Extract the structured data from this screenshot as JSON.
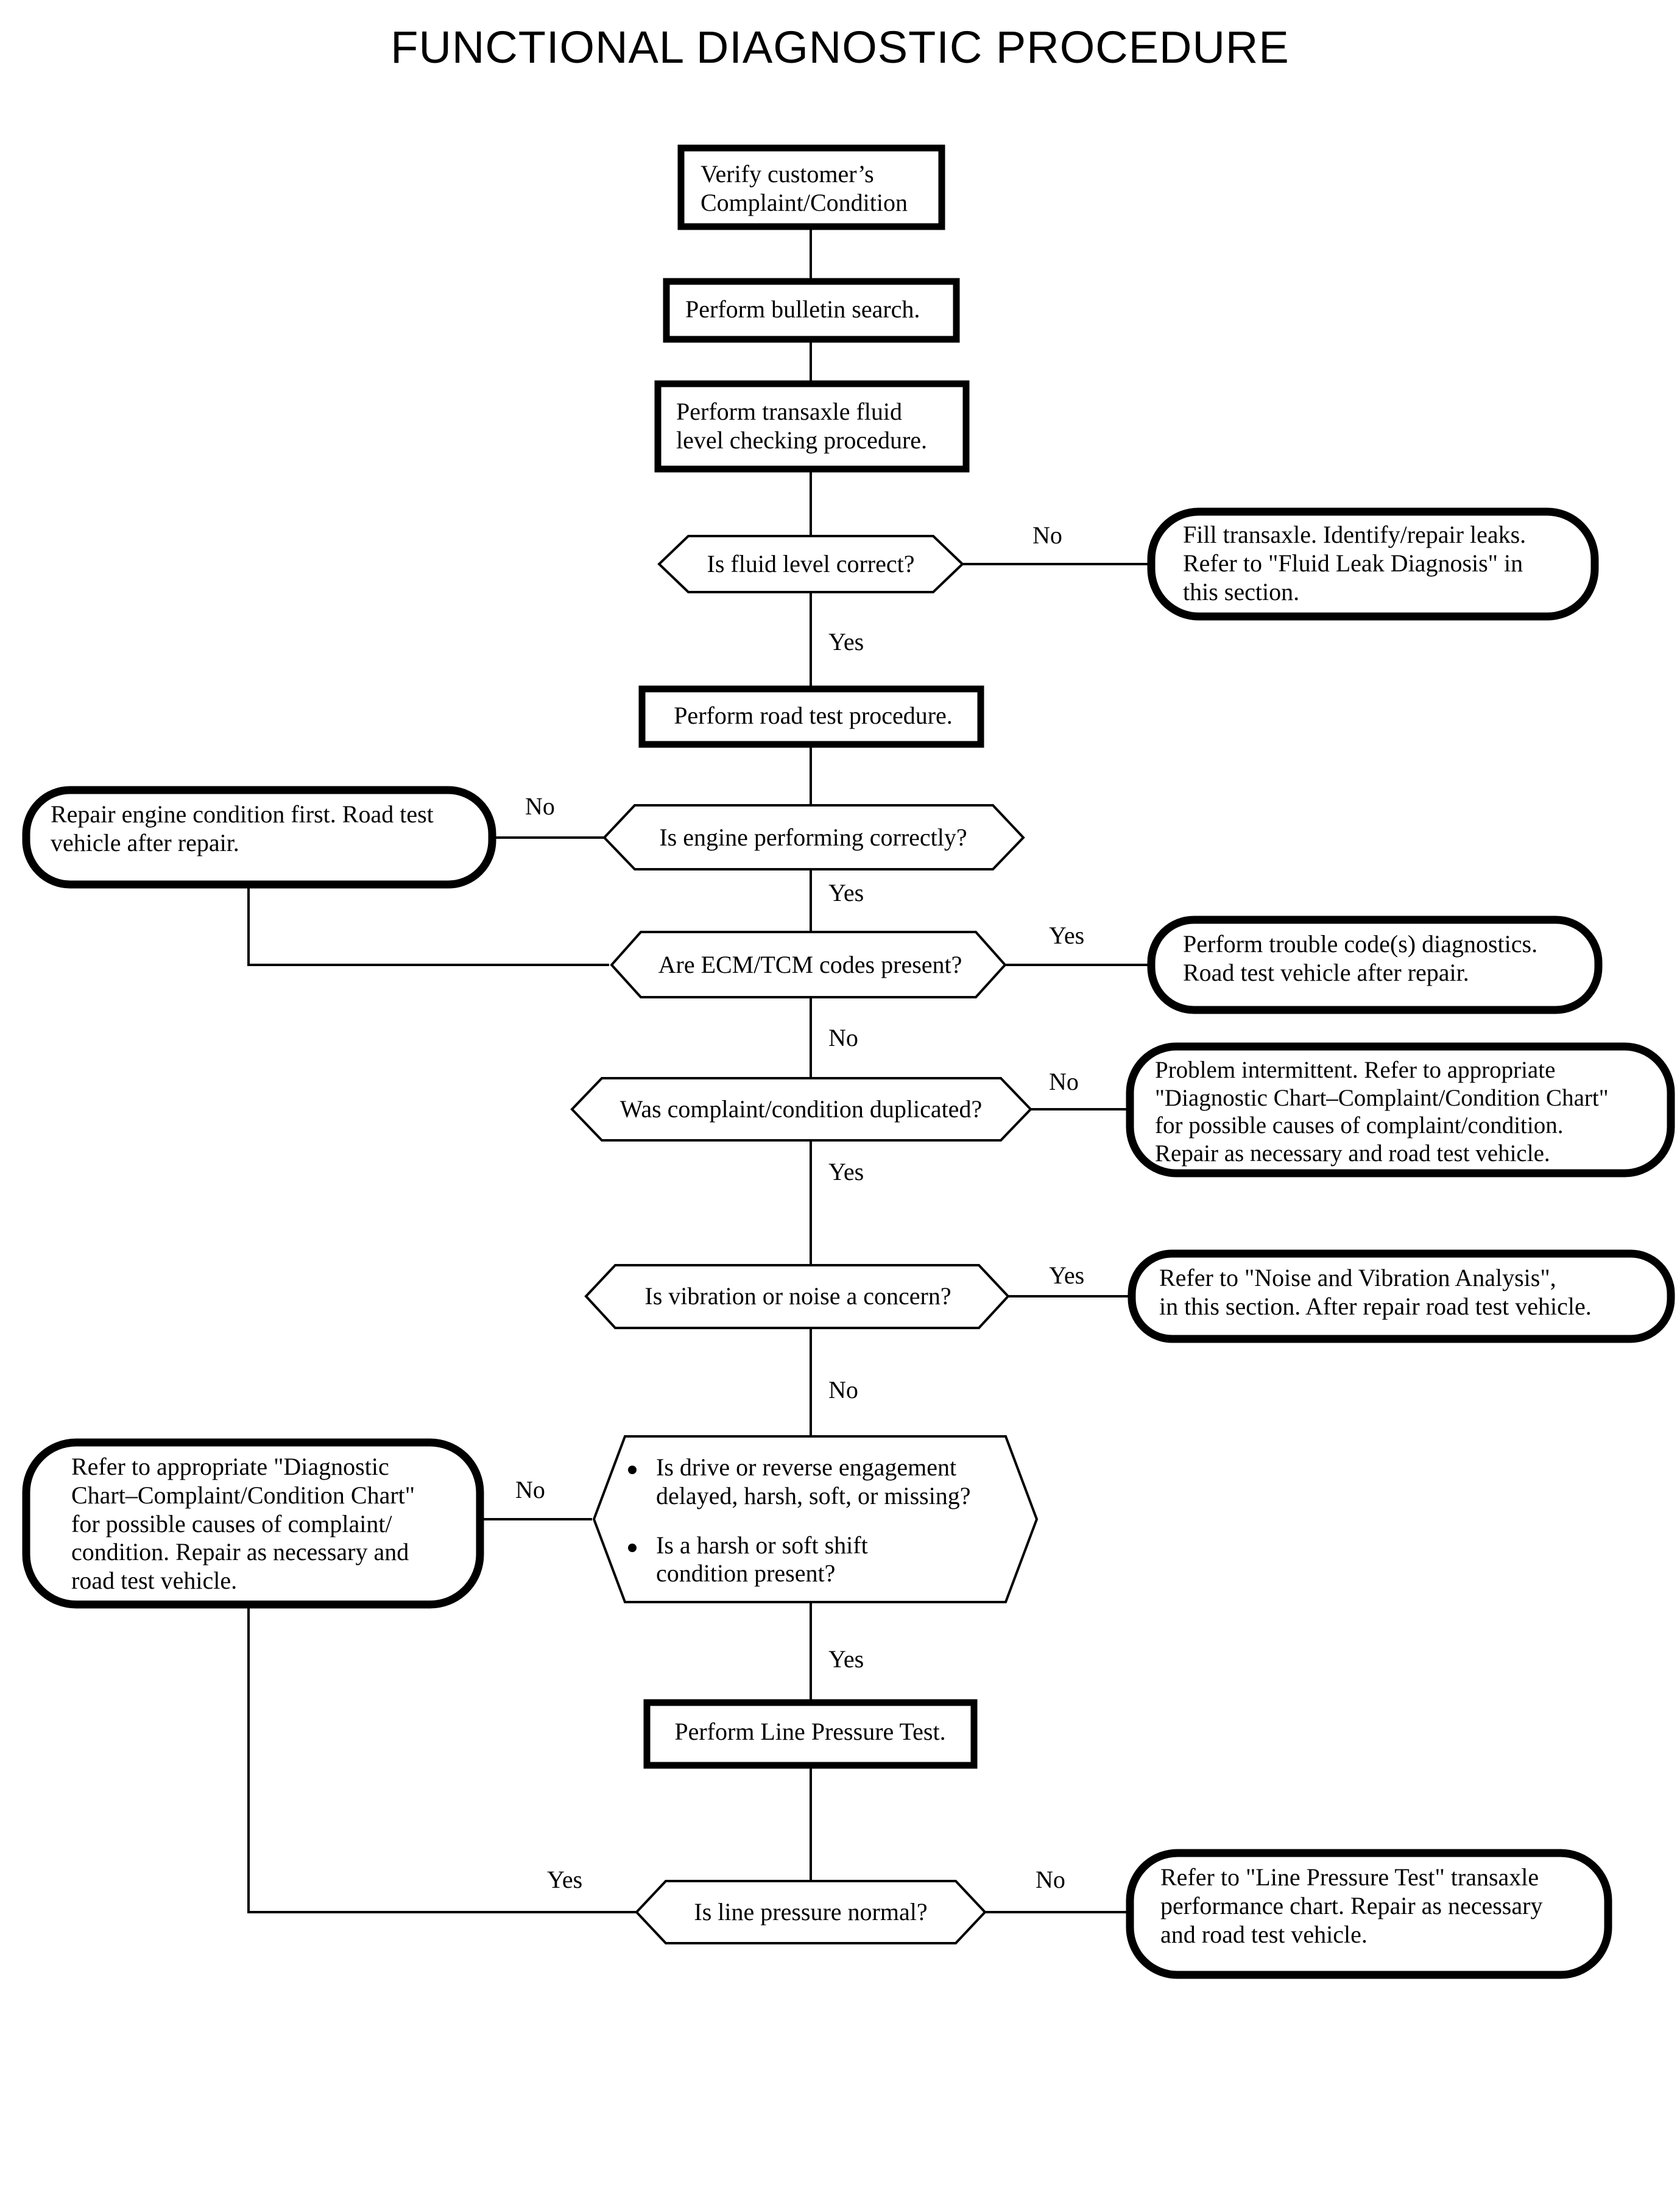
{
  "title": "FUNCTIONAL DIAGNOSTIC PROCEDURE",
  "colors": {
    "ink": "#000000",
    "paper": "#ffffff"
  },
  "chart_data": {
    "type": "flowchart",
    "title": "FUNCTIONAL DIAGNOSTIC PROCEDURE",
    "orientation": "top-to-bottom",
    "node_shapes": {
      "process": "rectangle (thick border)",
      "decision": "elongated hexagon (thin border)",
      "terminator": "rounded rectangle / stadium (thick border)"
    },
    "nodes": [
      {
        "id": "n1",
        "shape": "process",
        "text": "Verify customer’s Complaint/Condition"
      },
      {
        "id": "n2",
        "shape": "process",
        "text": "Perform bulletin search."
      },
      {
        "id": "n3",
        "shape": "process",
        "text": "Perform transaxle fluid level checking procedure."
      },
      {
        "id": "d1",
        "shape": "decision",
        "text": "Is fluid level correct?"
      },
      {
        "id": "t1",
        "shape": "terminator",
        "text": "Fill transaxle. Identify/repair leaks. Refer to \"Fluid Leak Diagnosis\" in this section."
      },
      {
        "id": "n4",
        "shape": "process",
        "text": "Perform road test procedure."
      },
      {
        "id": "d2",
        "shape": "decision",
        "text": "Is engine performing correctly?"
      },
      {
        "id": "t2",
        "shape": "terminator",
        "text": "Repair engine condition first. Road test vehicle after repair."
      },
      {
        "id": "d3",
        "shape": "decision",
        "text": "Are ECM/TCM codes present?"
      },
      {
        "id": "t3",
        "shape": "terminator",
        "text": "Perform trouble code(s) diagnostics. Road test vehicle after repair."
      },
      {
        "id": "d4",
        "shape": "decision",
        "text": "Was complaint/condition duplicated?"
      },
      {
        "id": "t4",
        "shape": "terminator",
        "text": "Problem intermittent. Refer to appropriate \"Diagnostic Chart–Complaint/Condition Chart\" for possible causes of complaint/condition. Repair as necessary and road test vehicle."
      },
      {
        "id": "d5",
        "shape": "decision",
        "text": "Is vibration or noise a concern?"
      },
      {
        "id": "t5",
        "shape": "terminator",
        "text": "Refer to \"Noise and Vibration Analysis\", in this section. After repair road test vehicle."
      },
      {
        "id": "d6",
        "shape": "decision",
        "text": "Is drive or reverse engagement delayed, harsh, soft, or missing? / Is a harsh or soft shift condition present?"
      },
      {
        "id": "t6",
        "shape": "terminator",
        "text": "Refer to appropriate \"Diagnostic Chart–Complaint/Condition Chart\" for possible causes of complaint/condition. Repair as necessary and road test vehicle."
      },
      {
        "id": "n5",
        "shape": "process",
        "text": "Perform Line Pressure Test."
      },
      {
        "id": "d7",
        "shape": "decision",
        "text": "Is line pressure normal?"
      },
      {
        "id": "t7",
        "shape": "terminator",
        "text": "Refer to \"Line Pressure Test\" transaxle performance chart. Repair as necessary and road test vehicle."
      }
    ],
    "edges": [
      {
        "from": "n1",
        "to": "n2",
        "label": ""
      },
      {
        "from": "n2",
        "to": "n3",
        "label": ""
      },
      {
        "from": "n3",
        "to": "d1",
        "label": ""
      },
      {
        "from": "d1",
        "to": "t1",
        "label": "No"
      },
      {
        "from": "d1",
        "to": "n4",
        "label": "Yes"
      },
      {
        "from": "n4",
        "to": "d2",
        "label": ""
      },
      {
        "from": "d2",
        "to": "t2",
        "label": "No"
      },
      {
        "from": "d2",
        "to": "d3",
        "label": "Yes"
      },
      {
        "from": "t2",
        "to": "d3",
        "label": ""
      },
      {
        "from": "d3",
        "to": "t3",
        "label": "Yes"
      },
      {
        "from": "d3",
        "to": "d4",
        "label": "No"
      },
      {
        "from": "d4",
        "to": "t4",
        "label": "No"
      },
      {
        "from": "d4",
        "to": "d5",
        "label": "Yes"
      },
      {
        "from": "d5",
        "to": "t5",
        "label": "Yes"
      },
      {
        "from": "d5",
        "to": "d6",
        "label": "No"
      },
      {
        "from": "d6",
        "to": "t6",
        "label": "No"
      },
      {
        "from": "d6",
        "to": "n5",
        "label": "Yes"
      },
      {
        "from": "n5",
        "to": "d7",
        "label": ""
      },
      {
        "from": "d7",
        "to": "t7",
        "label": "No"
      },
      {
        "from": "d7",
        "to": "t6",
        "label": "Yes"
      }
    ]
  },
  "nodes": {
    "n1": {
      "line1": "Verify customer’s",
      "line2": "Complaint/Condition"
    },
    "n2": {
      "line1": "Perform bulletin search."
    },
    "n3": {
      "line1": "Perform transaxle fluid",
      "line2": "level checking procedure."
    },
    "d1": {
      "line1": "Is fluid level correct?"
    },
    "t1": {
      "line1": "Fill transaxle. Identify/repair leaks.",
      "line2": "Refer to \"Fluid Leak Diagnosis\" in",
      "line3": "this section."
    },
    "n4": {
      "line1": "Perform road test procedure."
    },
    "d2": {
      "line1": "Is engine performing correctly?"
    },
    "t2": {
      "line1": "Repair engine condition first. Road test",
      "line2": "vehicle after repair."
    },
    "d3": {
      "line1": "Are ECM/TCM codes present?"
    },
    "t3": {
      "line1": "Perform trouble code(s) diagnostics.",
      "line2": "Road test vehicle after repair."
    },
    "d4": {
      "line1": "Was complaint/condition duplicated?"
    },
    "t4": {
      "line1": "Problem intermittent. Refer to appropriate",
      "line2": "\"Diagnostic Chart–Complaint/Condition Chart\"",
      "line3": "for possible causes of complaint/condition.",
      "line4": "Repair as necessary and road test vehicle."
    },
    "d5": {
      "line1": "Is vibration or noise a concern?"
    },
    "t5": {
      "line1": "Refer to \"Noise and Vibration Analysis\",",
      "line2": "in this section. After repair road test vehicle."
    },
    "d6": {
      "bullet1_line1": "Is drive or reverse engagement",
      "bullet1_line2": "delayed, harsh, soft, or missing?",
      "bullet2_line1": "Is a harsh or soft shift",
      "bullet2_line2": "condition present?"
    },
    "t6": {
      "line1": "Refer to appropriate \"Diagnostic",
      "line2": "Chart–Complaint/Condition Chart\"",
      "line3": "for possible causes of complaint/",
      "line4": "condition. Repair as necessary and",
      "line5": "road test vehicle."
    },
    "n5": {
      "line1": "Perform Line Pressure Test."
    },
    "d7": {
      "line1": "Is line pressure normal?"
    },
    "t7": {
      "line1": "Refer to \"Line Pressure Test\" transaxle",
      "line2": "performance chart. Repair as necessary",
      "line3": "and road test vehicle."
    }
  },
  "edge_labels": {
    "d1_no": "No",
    "d1_yes": "Yes",
    "d2_no": "No",
    "d2_yes": "Yes",
    "d3_yes": "Yes",
    "d3_no": "No",
    "d4_no": "No",
    "d4_yes": "Yes",
    "d5_yes": "Yes",
    "d5_no": "No",
    "d6_no": "No",
    "d6_yes": "Yes",
    "d7_no": "No",
    "d7_yes": "Yes"
  }
}
